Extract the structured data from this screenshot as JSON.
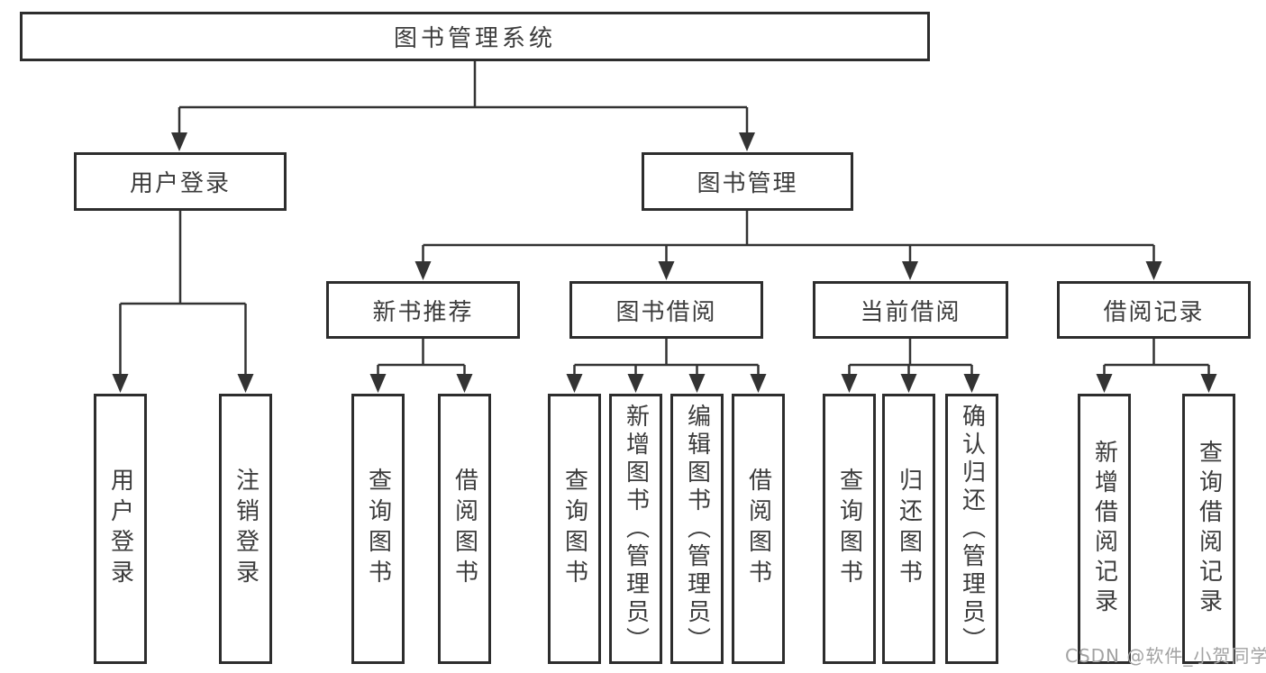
{
  "diagram": {
    "root": "图书管理系统",
    "level2": [
      "用户登录",
      "图书管理"
    ],
    "level3": [
      "新书推荐",
      "图书借阅",
      "当前借阅",
      "借阅记录"
    ],
    "leaves": {
      "user_login": [
        "用户登录",
        "注销登录"
      ],
      "new_book_recommend": [
        "查询图书",
        "借阅图书"
      ],
      "book_borrowing": [
        "查询图书",
        "新增图书（管理员）",
        "编辑图书（管理员）",
        "借阅图书"
      ],
      "current_borrowing": [
        "查询图书",
        "归还图书",
        "确认归还（管理员）"
      ],
      "borrowing_records": [
        "新增借阅记录",
        "查询借阅记录"
      ]
    }
  },
  "watermark": {
    "text": "CSDN @软件_小贺同学"
  },
  "colors": {
    "line": "#333333",
    "box_border": "#2d2d2d",
    "text": "#3c3c3c",
    "background": "#ffffff",
    "watermark": "#a2a2a2"
  }
}
